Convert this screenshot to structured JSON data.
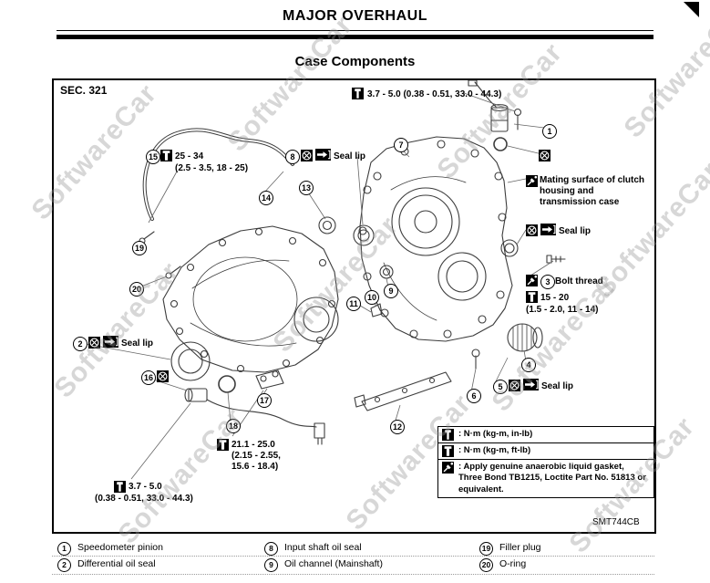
{
  "header": {
    "title": "MAJOR OVERHAUL",
    "subtitle": "Case Components"
  },
  "diagram": {
    "section": "SEC. 321",
    "code": "SMT744CB",
    "seal_lip": "Seal lip",
    "mating_note": "Mating surface of clutch housing and transmission case",
    "bolt_thread": "Bolt thread",
    "torque_top": "3.7 - 5.0 (0.38 - 0.51, 33.0 - 44.3)",
    "torque_25_34_l1": "25 - 34",
    "torque_25_34_l2": "(2.5 - 3.5, 18 - 25)",
    "torque_15_20_l1": "15 - 20",
    "torque_15_20_l2": "(1.5 - 2.0, 11 - 14)",
    "torque_21_l1": "21.1 - 25.0",
    "torque_21_l2": "(2.15 - 2.55,",
    "torque_21_l3": "15.6 - 18.4)",
    "torque_37_l1": "3.7 - 5.0",
    "torque_37_l2": "(0.38 - 0.51, 33.0 - 44.3)"
  },
  "callouts": {
    "c1": "1",
    "c2": "2",
    "c3": "3",
    "c4": "4",
    "c5": "5",
    "c6": "6",
    "c7": "7",
    "c8": "8",
    "c9": "9",
    "c10": "10",
    "c11": "11",
    "c12": "12",
    "c13": "13",
    "c14": "14",
    "c15": "15",
    "c16": "16",
    "c17": "17",
    "c18": "18",
    "c19": "19",
    "c20": "20"
  },
  "legend": {
    "row1": ": N·m (kg-m, in-lb)",
    "row2": ": N·m (kg-m, ft-lb)",
    "row3": ": Apply genuine anaerobic liquid gasket, Three Bond TB1215, Loctite Part No. 51813 or equivalent."
  },
  "parts_list": [
    {
      "num": "1",
      "label": "Speedometer pinion"
    },
    {
      "num": "8",
      "label": "Input shaft oil seal"
    },
    {
      "num": "19",
      "label": "Filler plug"
    },
    {
      "num": "2",
      "label": "Differential oil seal"
    },
    {
      "num": "9",
      "label": "Oil channel (Mainshaft)"
    },
    {
      "num": "20",
      "label": "O-ring"
    }
  ],
  "watermark": "SoftwareCar"
}
